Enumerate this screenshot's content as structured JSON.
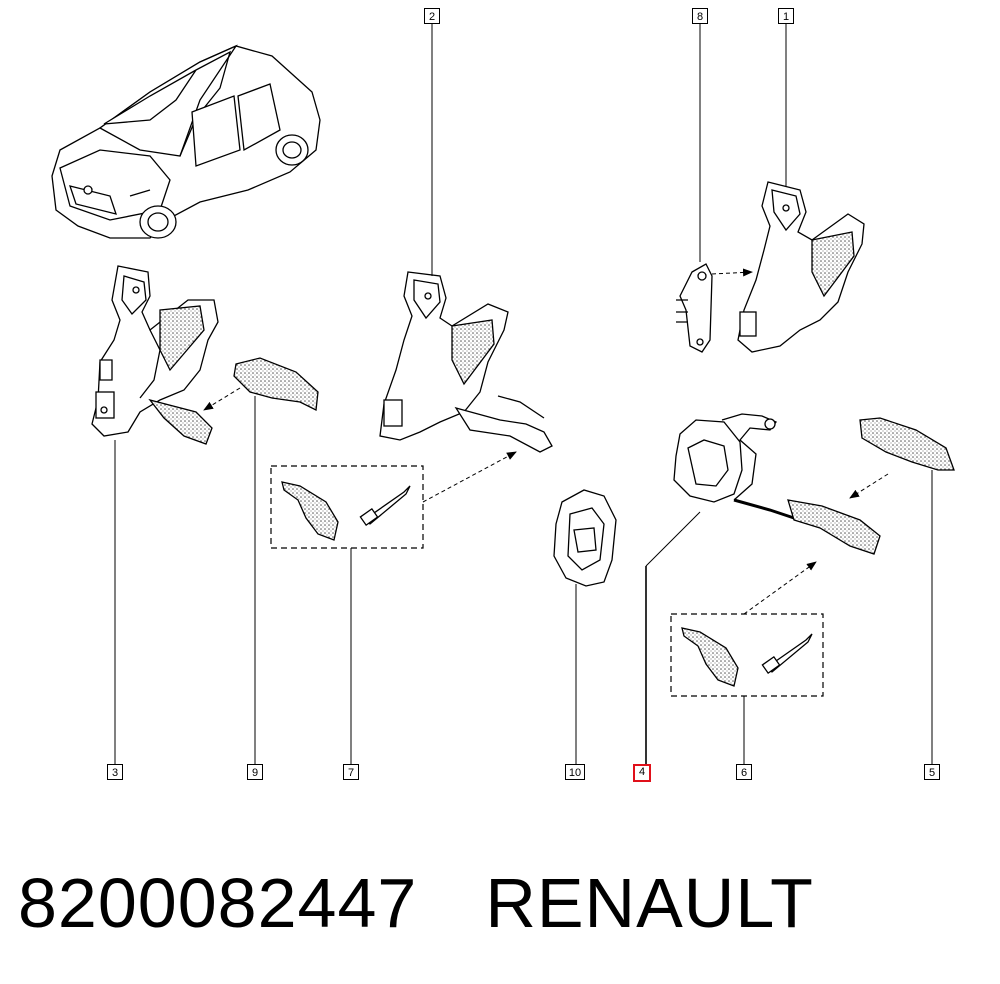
{
  "callouts": {
    "c1": "1",
    "c2": "2",
    "c3": "3",
    "c4": "4",
    "c5": "5",
    "c6": "6",
    "c7": "7",
    "c8": "8",
    "c9": "9",
    "c10": "10"
  },
  "selected_callout": "4",
  "footer": {
    "part_number": "8200082447",
    "brand": "RENAULT"
  },
  "colors": {
    "line": "#000000",
    "highlight": "#e0101a",
    "background": "#ffffff",
    "hatch": "#777777"
  }
}
